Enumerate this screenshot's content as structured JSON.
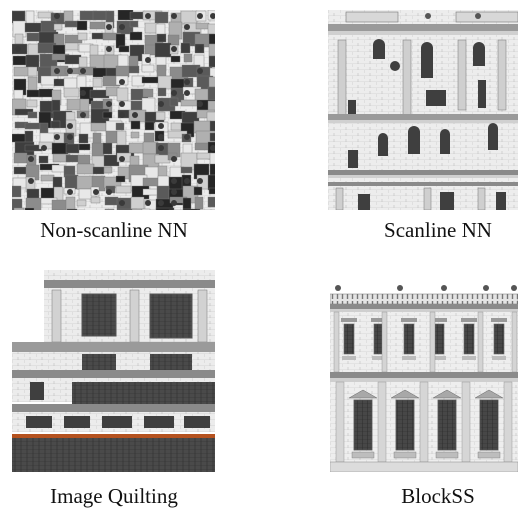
{
  "panels": [
    {
      "caption": "Non-scanline NN"
    },
    {
      "caption": "Scanline NN"
    },
    {
      "caption": "Image Quilting"
    },
    {
      "caption": "BlockSS"
    }
  ],
  "colors": {
    "stone": "#e6e6e6",
    "brick_line": "#b5b5b5",
    "dark_window": "#3d3d3d",
    "cornice": "#8a8a8a",
    "accent_band": "#b5521f"
  }
}
